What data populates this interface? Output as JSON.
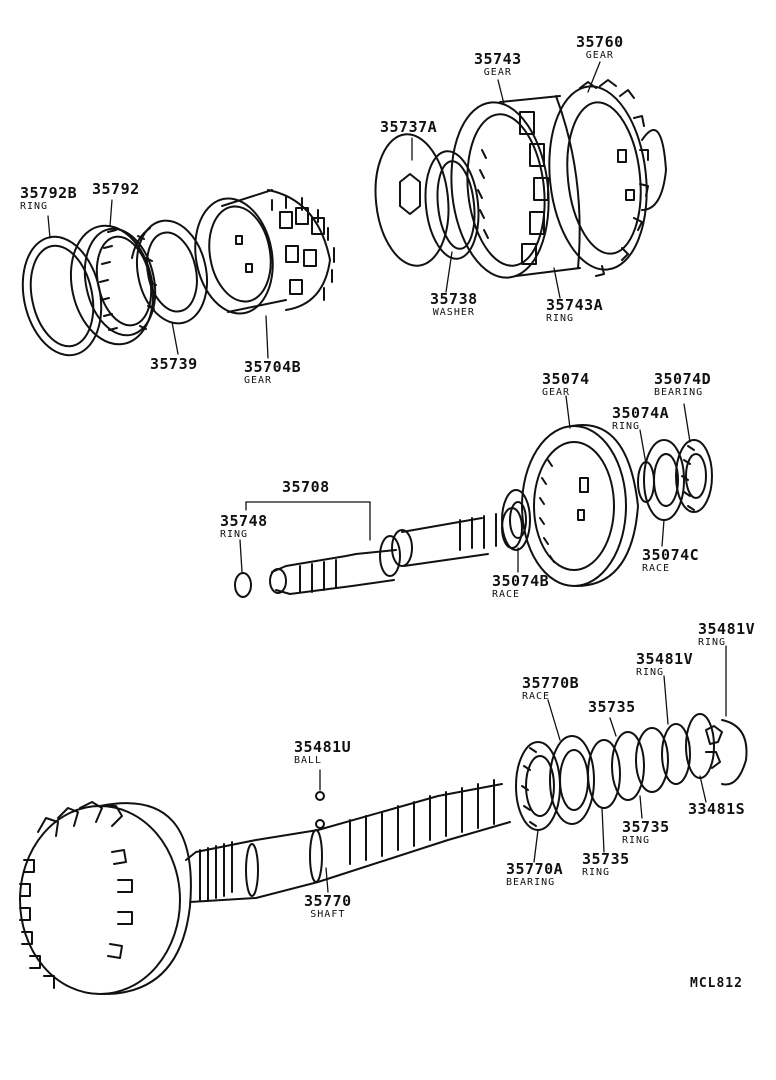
{
  "callouts": {
    "c35743": {
      "part": "35743",
      "desc": "GEAR"
    },
    "c35760": {
      "part": "35760",
      "desc": "GEAR"
    },
    "c35737A": {
      "part": "35737A",
      "desc": ""
    },
    "c35792B": {
      "part": "35792B",
      "desc": "RING"
    },
    "c35792": {
      "part": "35792",
      "desc": ""
    },
    "c35738": {
      "part": "35738",
      "desc": "WASHER"
    },
    "c35743A": {
      "part": "35743A",
      "desc": "RING"
    },
    "c35739": {
      "part": "35739",
      "desc": ""
    },
    "c35704B": {
      "part": "35704B",
      "desc": "GEAR"
    },
    "c35074": {
      "part": "35074",
      "desc": "GEAR"
    },
    "c35074D": {
      "part": "35074D",
      "desc": "BEARING"
    },
    "c35074A": {
      "part": "35074A",
      "desc": "RING"
    },
    "c35708": {
      "part": "35708",
      "desc": ""
    },
    "c35748": {
      "part": "35748",
      "desc": "RING"
    },
    "c35074C": {
      "part": "35074C",
      "desc": "RACE"
    },
    "c35074B": {
      "part": "35074B",
      "desc": "RACE"
    },
    "c35481V_a": {
      "part": "35481V",
      "desc": "RING"
    },
    "c35481V_b": {
      "part": "35481V",
      "desc": "RING"
    },
    "c35770B": {
      "part": "35770B",
      "desc": "RACE"
    },
    "c35735_a": {
      "part": "35735",
      "desc": ""
    },
    "c35481U": {
      "part": "35481U",
      "desc": "BALL"
    },
    "c33481S": {
      "part": "33481S",
      "desc": ""
    },
    "c35735_b": {
      "part": "35735",
      "desc": "RING"
    },
    "c35735_c": {
      "part": "35735",
      "desc": "RING"
    },
    "c35770A": {
      "part": "35770A",
      "desc": "BEARING"
    },
    "c35770": {
      "part": "35770",
      "desc": "SHAFT"
    }
  },
  "diagram_code": "MCL812"
}
